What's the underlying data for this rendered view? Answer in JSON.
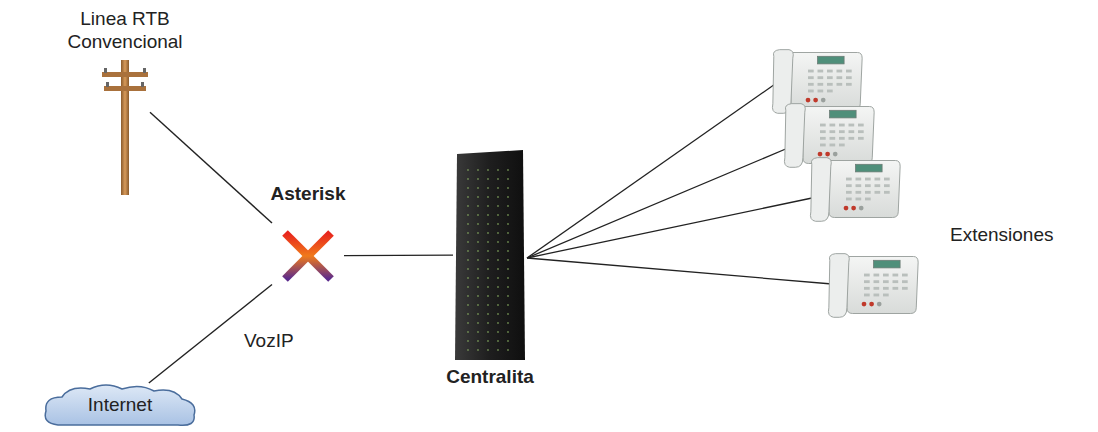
{
  "diagram": {
    "nodes": [
      {
        "text": [
          "Linea RTB Convencional"
        ]
      },
      {
        "text": [
          "Asterisk"
        ]
      },
      {
        "text": [
          "Internet"
        ]
      },
      {
        "text": [
          "Centralita"
        ]
      }
    ],
    "edges": [
      {
        "from": 0,
        "to": 1,
        "arrow": "none"
      },
      {
        "from": 2,
        "to": 1,
        "arrow": "none",
        "label": "VozIP"
      },
      {
        "from": 1,
        "to": 3,
        "arrow": "none"
      }
    ],
    "labels": [
      "Extensiones"
    ]
  }
}
